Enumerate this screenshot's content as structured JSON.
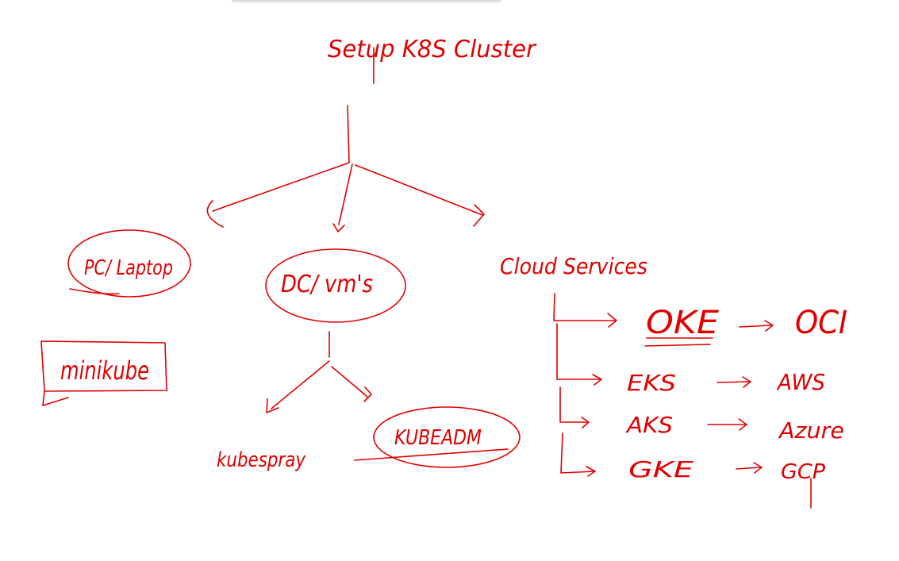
{
  "colors": {
    "ink": "#e00000",
    "background": "#ffffff"
  },
  "root": {
    "label": "Setup K8S Cluster"
  },
  "branches": {
    "pc": {
      "label": "PC/ Laptop",
      "tool": "minikube"
    },
    "dc": {
      "label": "DC/ vm's",
      "tools": [
        "kubespray",
        "KUBEADM"
      ]
    },
    "cloud": {
      "label": "Cloud Services",
      "services": [
        {
          "name": "OKE",
          "provider": "OCI"
        },
        {
          "name": "EKS",
          "provider": "AWS"
        },
        {
          "name": "AKS",
          "provider": "Azure"
        },
        {
          "name": "GKE",
          "provider": "GCP"
        }
      ]
    }
  }
}
